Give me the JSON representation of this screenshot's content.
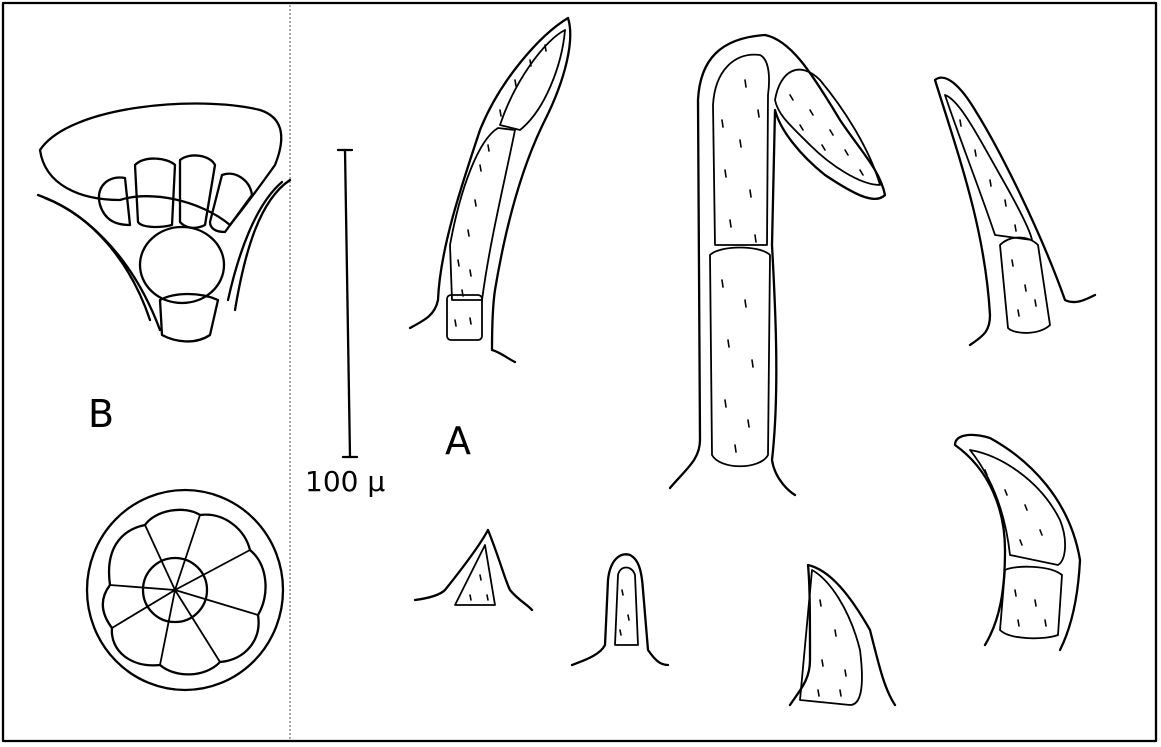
{
  "labels": {
    "panel_a": "A",
    "panel_b": "B",
    "scale": "100 µ"
  },
  "colors": {
    "ink": "#000000",
    "paper": "#ffffff"
  }
}
